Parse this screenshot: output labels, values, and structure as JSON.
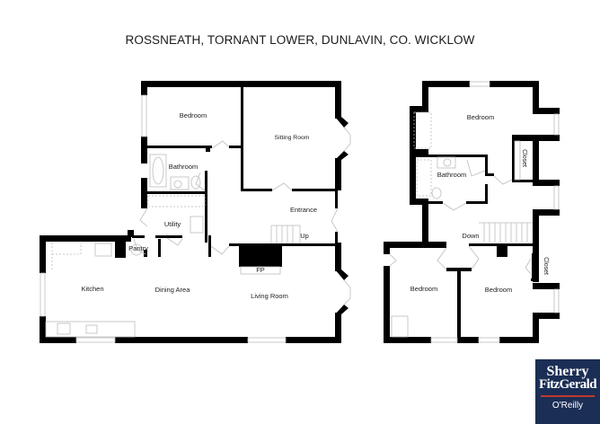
{
  "title": "ROSSNEATH, TORNANT LOWER, DUNLAVIN, CO. WICKLOW",
  "ground_floor": {
    "rooms": {
      "bedroom": "Bedroom",
      "sitting_room": "Sitting Room",
      "bathroom": "Bathroom",
      "utility": "Utility",
      "entrance": "Entrance",
      "stairs_up": "Up",
      "pantry": "Pantry",
      "fireplace": "FP",
      "kitchen": "Kitchen",
      "dining_area": "Dining Area",
      "living_room": "Living Room"
    }
  },
  "first_floor": {
    "rooms": {
      "bedroom_main": "Bedroom",
      "closet_upper": "Closet",
      "bathroom": "Bathroom",
      "stairs_down": "Down",
      "closet_lower": "Closet",
      "bedroom_left": "Bedroom",
      "bedroom_right": "Bedroom"
    }
  },
  "logo": {
    "line1": "Sherry",
    "line2": "FitzGerald",
    "line3": "O'Reilly",
    "bg_color": "#1b2e55",
    "accent_color": "#c0392b"
  },
  "colors": {
    "wall": "#000000",
    "fixture": "#bbbbbb"
  }
}
